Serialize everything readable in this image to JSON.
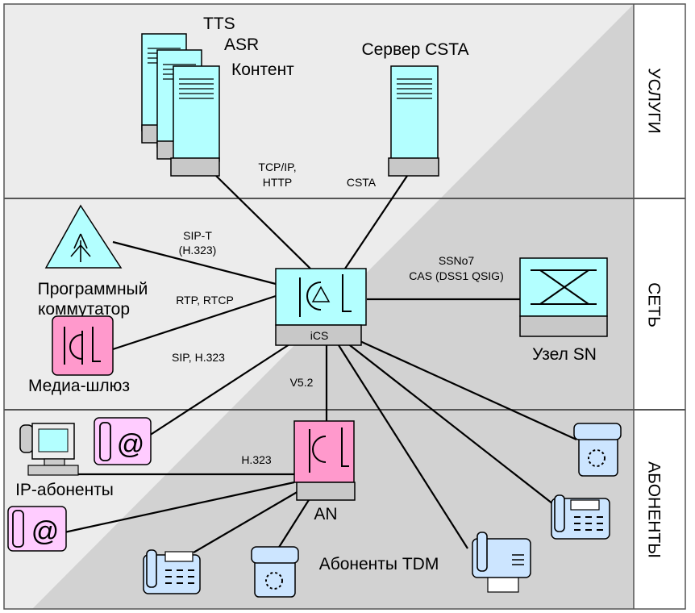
{
  "zones": [
    {
      "id": "services",
      "label": "УСЛУГИ"
    },
    {
      "id": "network",
      "label": "СЕТЬ"
    },
    {
      "id": "subscribers",
      "label": "АБОНЕНТЫ"
    }
  ],
  "nodes": {
    "tts": "TTS",
    "asr": "ASR",
    "content": "Контент",
    "csta_server": "Сервер CSTA",
    "softswitch_line1": "Программный",
    "softswitch_line2": "коммутатор",
    "media_gateway": "Медиа-шлюз",
    "ics": "iCS",
    "sn_node": "Узел SN",
    "an": "AN",
    "ip_subscribers": "IP-абоненты",
    "tdm_subscribers": "Абоненты TDM"
  },
  "links": {
    "tcpip_line1": "TCP/IP,",
    "tcpip_line2": "HTTP",
    "csta": "CSTA",
    "sipt_line1": "SIP-T",
    "sipt_line2": "(H.323)",
    "rtp": "RTP, RTCP",
    "sip": "SIP, H.323",
    "ssn_line1": "SSNo7",
    "ssn_line2": "CAS (DSS1 QSIG)",
    "v52": "V5.2",
    "h323": "H.323"
  },
  "colors": {
    "server": "#b3ffff",
    "device_pink": "#ff99cc",
    "phone_pink": "#ffccff",
    "phone_blue": "#cce5ff",
    "base_gray": "#c8c8c8",
    "zone_light": "#ececec",
    "zone_dark": "#d0d0d0"
  }
}
